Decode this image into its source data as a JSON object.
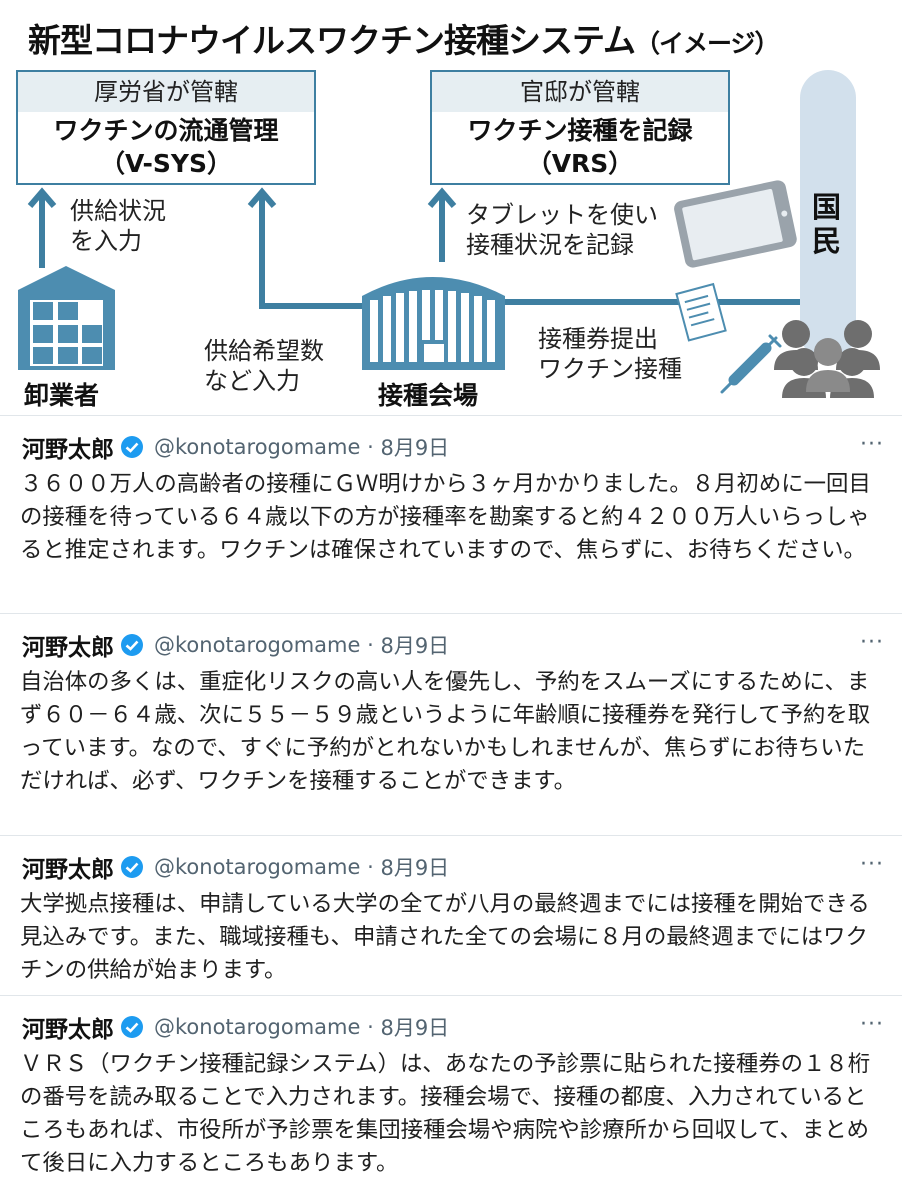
{
  "diagram": {
    "title": "新型コロナウイルスワクチン接種システム",
    "title_suffix": "（イメージ）",
    "vsys": {
      "header": "厚労省が管轄",
      "line1": "ワクチンの流通管理",
      "line2": "（V-SYS）"
    },
    "vrs": {
      "header": "官邸が管轄",
      "line1": "ワクチン接種を記録",
      "line2": "（VRS）"
    },
    "label_supply_status_1": "供給状況",
    "label_supply_status_2": "を入力",
    "label_supply_request_1": "供給希望数",
    "label_supply_request_2": "など入力",
    "label_tablet_1": "タブレットを使い",
    "label_tablet_2": "接種状況を記録",
    "label_ticket_1": "接種券提出",
    "label_ticket_2": "ワクチン接種",
    "wholesaler": "卸業者",
    "venue": "接種会場",
    "citizens": "国民",
    "colors": {
      "line": "#3e7fa1",
      "box_header": "#e6eef2",
      "pillar": "#d2e0ec",
      "building": "#4d8db0"
    }
  },
  "tweets": [
    {
      "name": "河野太郎",
      "handle": "@konotarogomame",
      "date": "8月9日",
      "more": "···",
      "text": "３６００万人の高齢者の接種にＧＷ明けから３ヶ月かかりました。８月初めに一回目の接種を待っている６４歳以下の方が接種率を勘案すると約４２００万人いらっしゃると推定されます。ワクチンは確保されていますので、焦らずに、お待ちください。"
    },
    {
      "name": "河野太郎",
      "handle": "@konotarogomame",
      "date": "8月9日",
      "more": "···",
      "text": "自治体の多くは、重症化リスクの高い人を優先し、予約をスムーズにするために、まず６０－６４歳、次に５５－５９歳というように年齢順に接種券を発行して予約を取っています。なので、すぐに予約がとれないかもしれませんが、焦らずにお待ちいただければ、必ず、ワクチンを接種することができます。"
    },
    {
      "name": "河野太郎",
      "handle": "@konotarogomame",
      "date": "8月9日",
      "more": "···",
      "text": "大学拠点接種は、申請している大学の全てが八月の最終週までには接種を開始できる見込みです。また、職域接種も、申請された全ての会場に８月の最終週までにはワクチンの供給が始まります。"
    },
    {
      "name": "河野太郎",
      "handle": "@konotarogomame",
      "date": "8月9日",
      "more": "···",
      "text": "ＶＲＳ（ワクチン接種記録システム）は、あなたの予診票に貼られた接種券の１８桁の番号を読み取ることで入力されます。接種会場で、接種の都度、入力されているところもあれば、市役所が予診票を集団接種会場や病院や診療所から回収して、まとめて後日に入力するところもあります。"
    }
  ]
}
